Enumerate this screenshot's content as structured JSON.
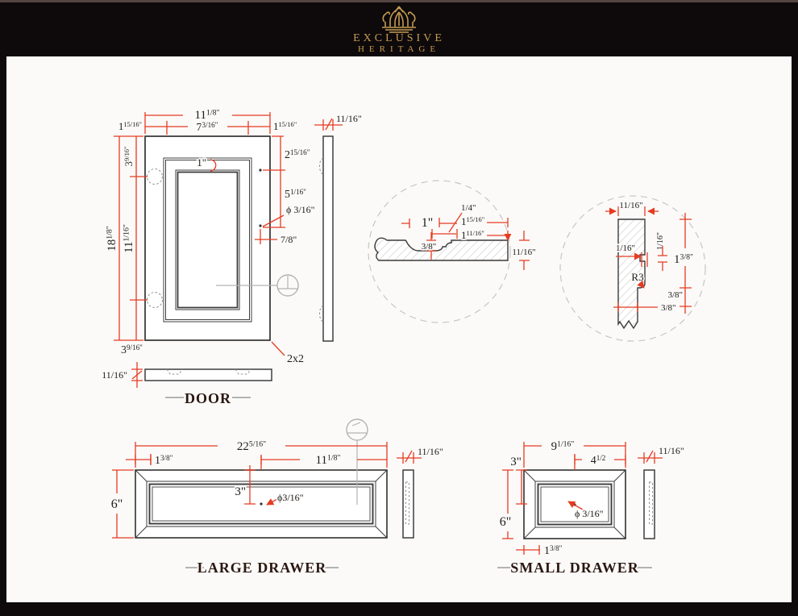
{
  "brand": {
    "line1": "EXCLUSIVE",
    "line2": "HERITAGE"
  },
  "door": {
    "label": "DOOR",
    "overall_width": "11 1/8\"",
    "opening_width": "7 3/16\"",
    "stile_left": "1 15/16\"",
    "stile_right": "1 15/16\"",
    "overall_height": "18 1/8\"",
    "top_to_hinge": "3 9/16\"",
    "hinge_spacing": "11 1/16\"",
    "bottom_to_hinge": "3 9/16\"",
    "top_to_hole": "2 15/16\"",
    "hole_spacing": "5 1/16\"",
    "hole_diameter": "ϕ 3/16\"",
    "hole_edge_offset": "7/8\"",
    "panel_reveal": "1\"",
    "frame_note": "2x2",
    "edge_thickness": "11/16\"",
    "section_thickness": "11/16\""
  },
  "panel_profile_detail": {
    "d_one_inch": "1\"",
    "d_quarter": "1/4\"",
    "d_wide": "1 15/16\"",
    "d_narrow": "1 11/16\"",
    "d_depth": "3/8\"",
    "d_thickness": "11/16\""
  },
  "edge_profile_detail": {
    "d_width": "11/16\"",
    "d_notch_depth": "1/16\"",
    "d_notch_height": "1/16\"",
    "d_face": "1 3/8\"",
    "d_radius": "R3",
    "d_step": "3/8\"",
    "d_tongue": "3/8\""
  },
  "large_drawer": {
    "label": "LARGE DRAWER",
    "overall_width": "22 5/16\"",
    "corner_offset": "1 3/8\"",
    "hole_to_edge": "11 1/8\"",
    "overall_height": "6\"",
    "top_to_hole": "3\"",
    "hole_diameter": "ϕ3/16\"",
    "thickness": "11/16\""
  },
  "small_drawer": {
    "label": "SMALL DRAWER",
    "overall_width": "9 1/16\"",
    "center_to_edge": "4 1/2",
    "top_to_hole": "3\"",
    "overall_height": "6\"",
    "hole_diameter": "ϕ 3/16\"",
    "corner_offset": "1 3/8\"",
    "thickness": "11/16\""
  }
}
